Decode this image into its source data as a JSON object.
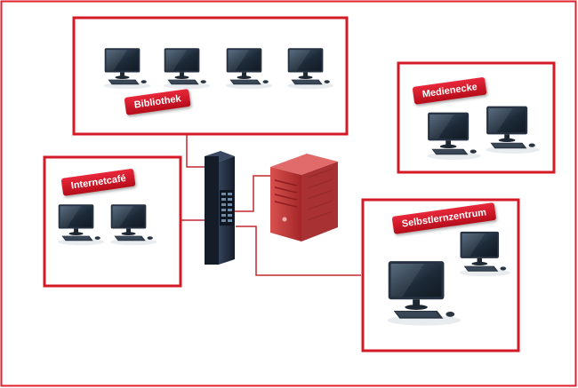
{
  "groups": {
    "bibliothek": {
      "label": "Bibliothek",
      "computers": 4
    },
    "medienecke": {
      "label": "Medienecke",
      "computers": 2
    },
    "internetcafe": {
      "label": "Internetcafé",
      "computers": 2
    },
    "selbstlernzentrum": {
      "label": "Selbstlernzentrum",
      "computers": 2
    }
  },
  "devices": {
    "switch_icon": "network-switch-icon",
    "server_icon": "server-tower-icon"
  },
  "colors": {
    "frame": "#e0202e",
    "box_border": "#d41a26",
    "wire": "#c2282e",
    "server": "#c8393c",
    "switch": "#1c2738",
    "monitor": "#263241"
  }
}
